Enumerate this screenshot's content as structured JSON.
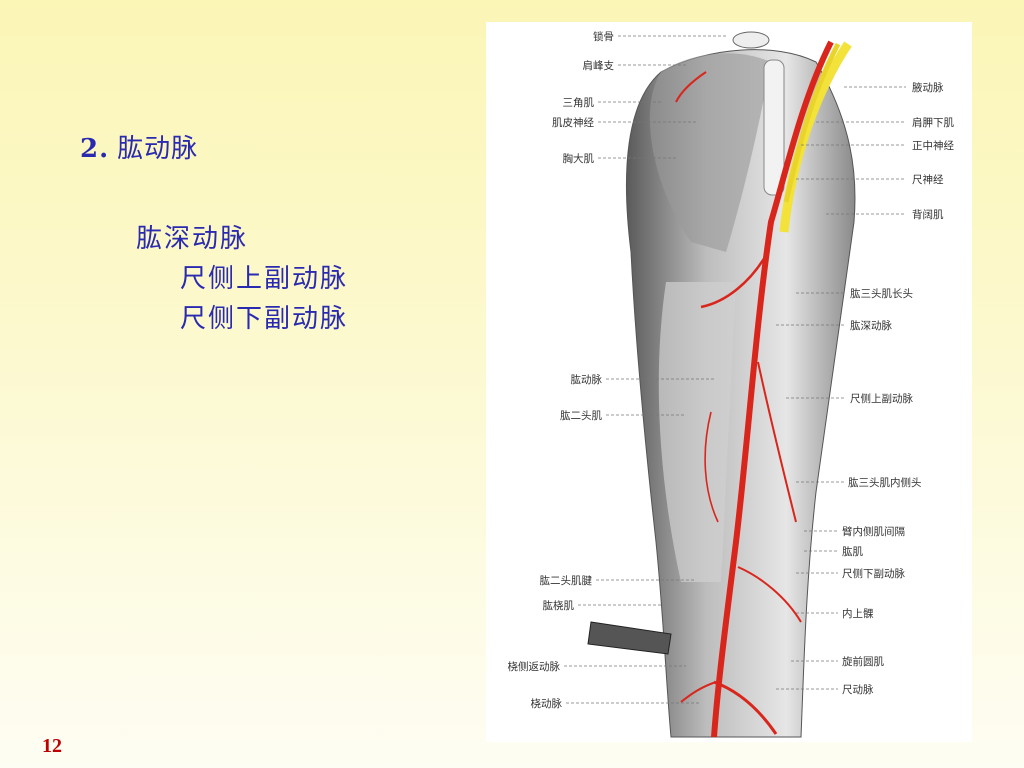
{
  "slide": {
    "heading_number": "2.",
    "heading_title": "肱动脉",
    "branches": [
      "肱深动脉",
      "尺侧上副动脉",
      "尺侧下副动脉"
    ],
    "page_number": "12"
  },
  "figure": {
    "labels_left": [
      "锁骨",
      "肩峰支",
      "三角肌",
      "肌皮神经",
      "胸大肌",
      "肱动脉",
      "肱二头肌",
      "肱二头肌腱",
      "肱桡肌",
      "桡侧返动脉",
      "桡动脉"
    ],
    "labels_right": [
      "腋动脉",
      "肩胛下肌",
      "正中神经",
      "尺神经",
      "背阔肌",
      "肱三头肌长头",
      "肱深动脉",
      "尺侧上副动脉",
      "肱三头肌内侧头",
      "臂内侧肌间隔",
      "肱肌",
      "尺侧下副动脉",
      "内上髁",
      "旋前圆肌",
      "尺动脉"
    ],
    "colors": {
      "artery": "#d9261c",
      "nerve": "#f2e23a",
      "muscle": "#c9c9c9"
    }
  }
}
